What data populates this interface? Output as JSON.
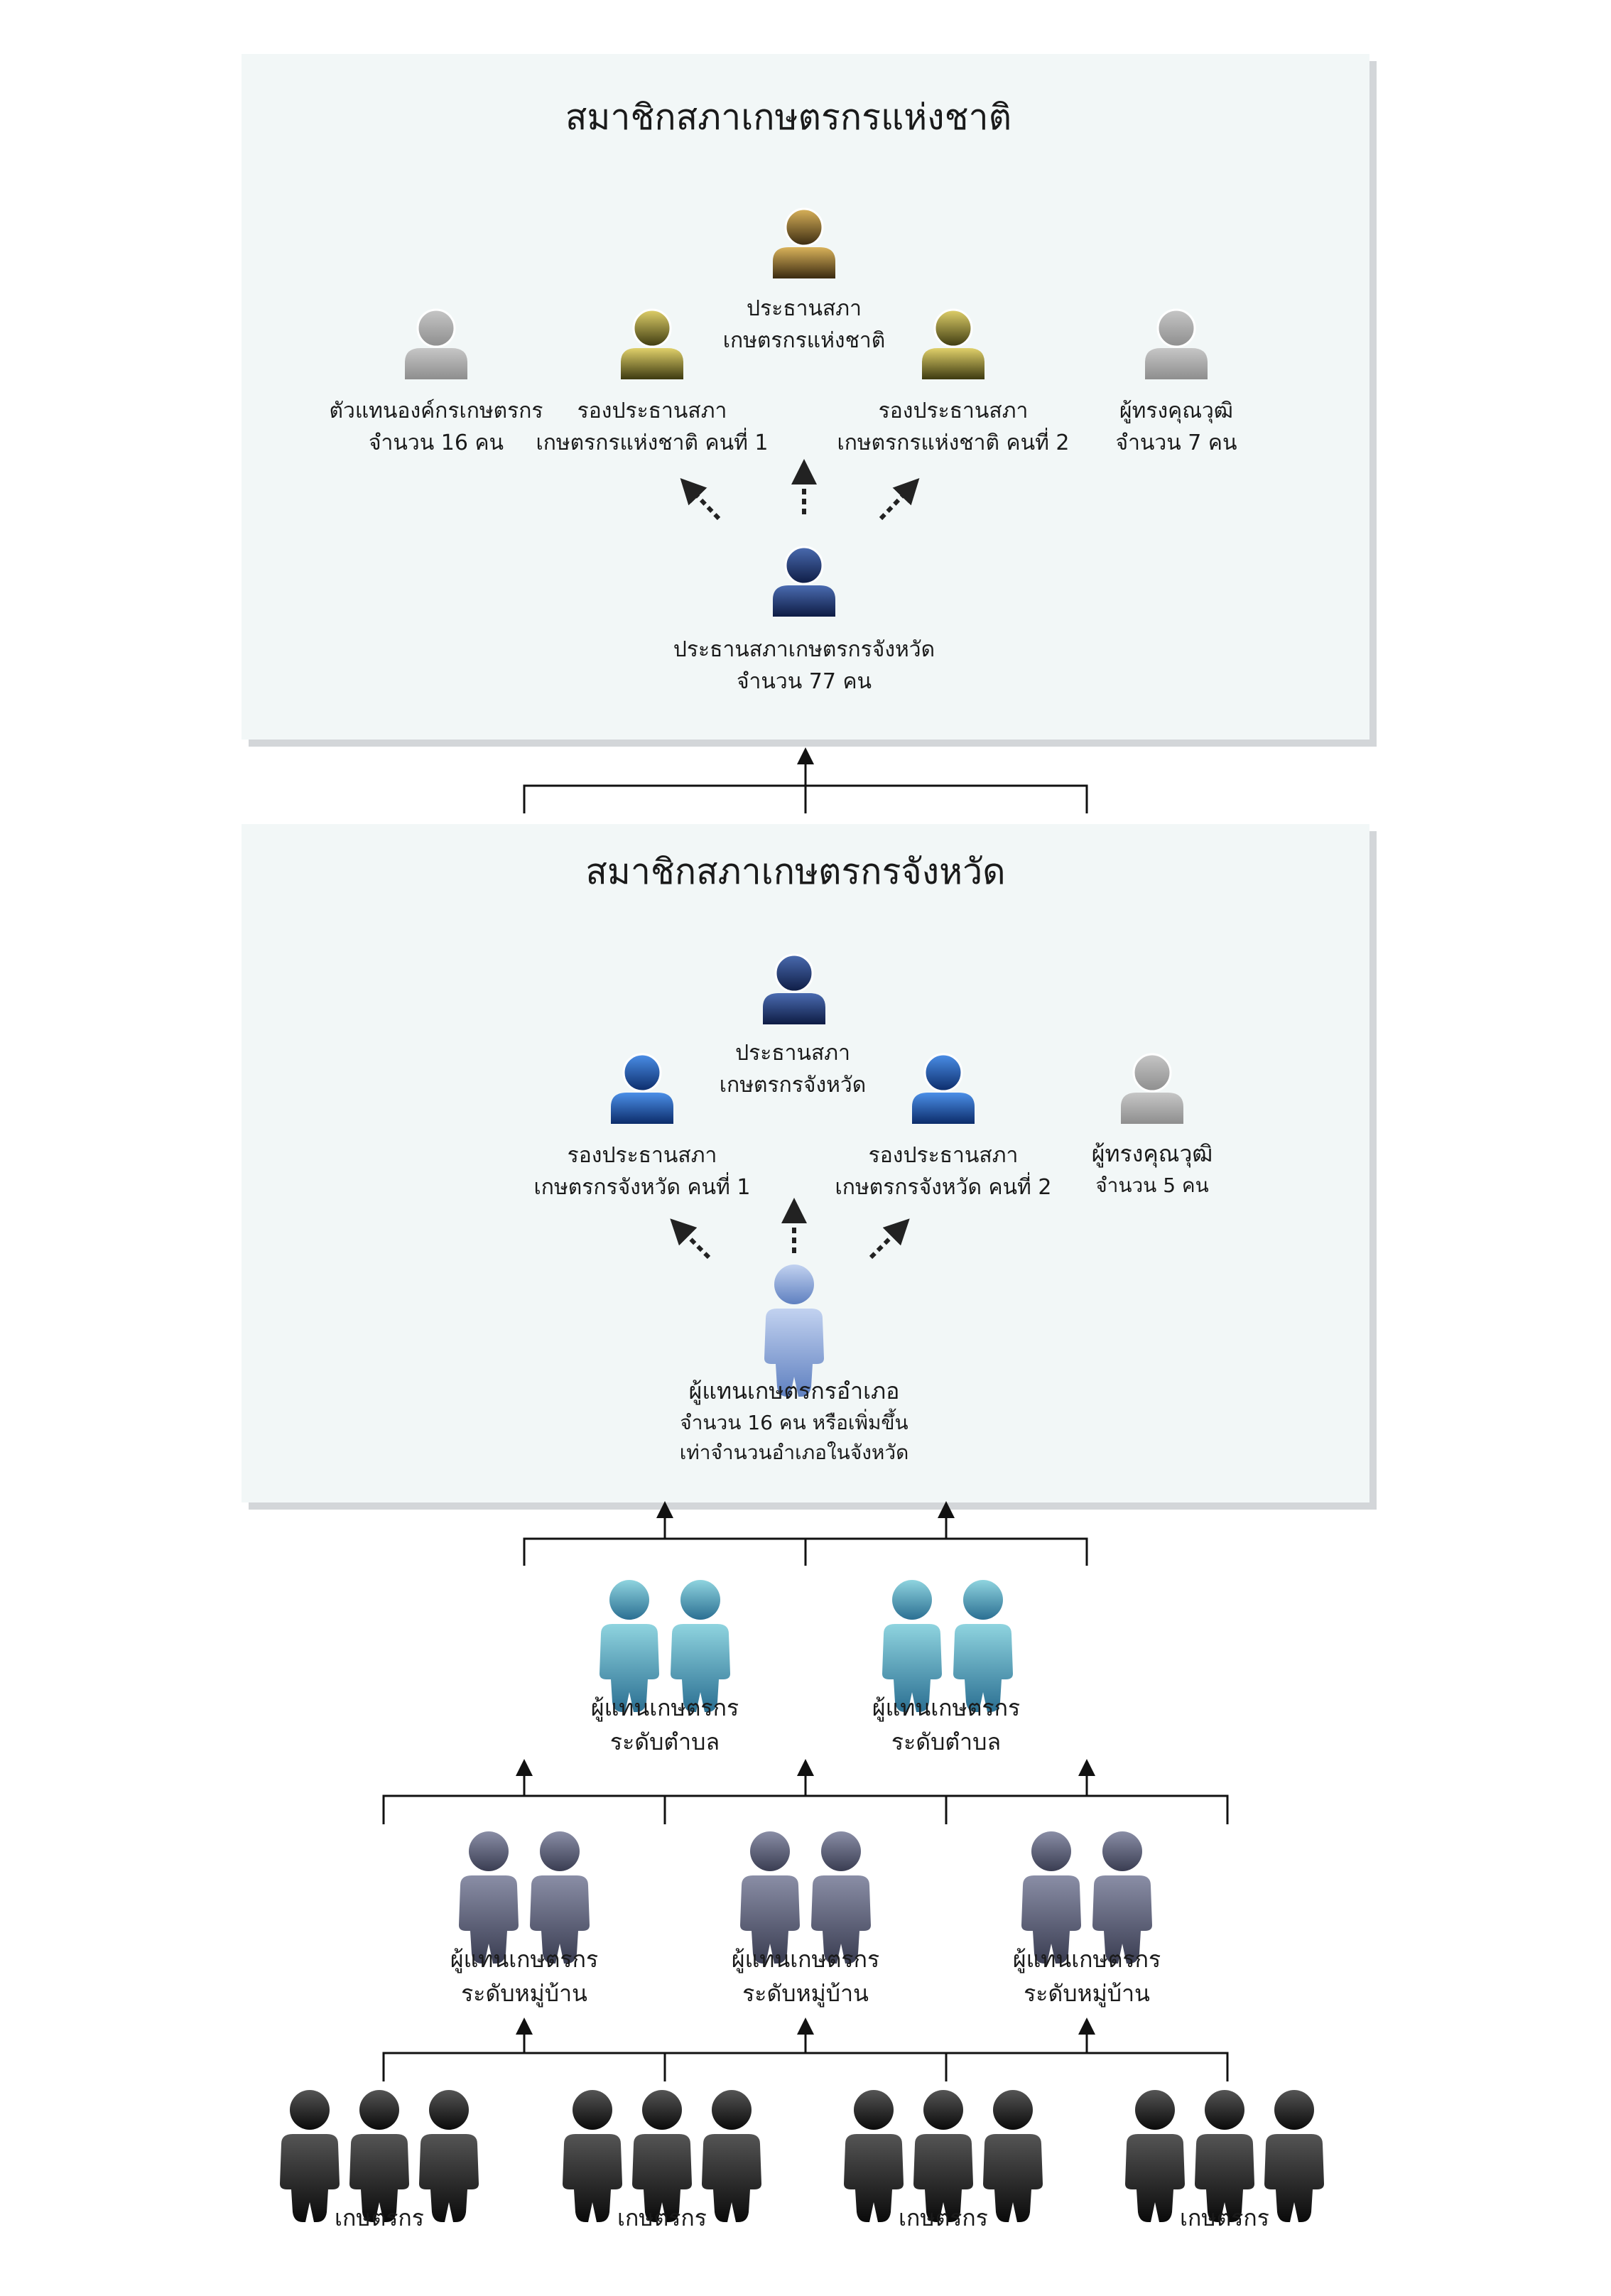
{
  "national": {
    "title": "สมาชิกสภาเกษตรกรแห่งชาติ",
    "president": [
      "ประธานสภา",
      "เกษตรกรแห่งชาติ"
    ],
    "vice1": [
      "รองประธานสภา",
      "เกษตรกรแห่งชาติ คนที่ 1"
    ],
    "vice2": [
      "รองประธานสภา",
      "เกษตรกรแห่งชาติ คนที่ 2"
    ],
    "org_reps": [
      "ตัวแทนองค์กรเกษตรกร",
      "จำนวน 16 คน"
    ],
    "experts": [
      "ผู้ทรงคุณวุฒิ",
      "จำนวน 7 คน"
    ],
    "provincial_presidents": [
      "ประธานสภาเกษตรกรจังหวัด",
      "จำนวน 77 คน"
    ]
  },
  "provincial": {
    "title": "สมาชิกสภาเกษตรกรจังหวัด",
    "president": [
      "ประธานสภา",
      "เกษตรกรจังหวัด"
    ],
    "vice1": [
      "รองประธานสภา",
      "เกษตรกรจังหวัด คนที่ 1"
    ],
    "vice2": [
      "รองประธานสภา",
      "เกษตรกรจังหวัด คนที่ 2"
    ],
    "experts": [
      "ผู้ทรงคุณวุฒิ",
      "จำนวน 5 คน"
    ],
    "district_reps": {
      "title": "ผู้แทนเกษตรกรอำเภอ",
      "line1": "จำนวน 16 คน หรือเพิ่มขึ้น",
      "line2": "เท่าจำนวนอำเภอในจังหวัด"
    }
  },
  "subdistrict": [
    "ผู้แทนเกษตรกร",
    "ระดับตำบล"
  ],
  "village": [
    "ผู้แทนเกษตรกร",
    "ระดับหมู่บ้าน"
  ],
  "farmers": "เกษตรกร",
  "colors": {
    "panel_bg": "#f2f7f7",
    "panel_shadow": "#d3d6d9",
    "gold": "#b5892a",
    "olive": "#a89a2a",
    "navy": "#1f3a78",
    "blue": "#1a5cc0",
    "light_blue": "#8ca6d6",
    "teal": "#3f9bb5",
    "slate": "#5d6178",
    "dark": "#262626",
    "gray": "#a8a8a8"
  }
}
